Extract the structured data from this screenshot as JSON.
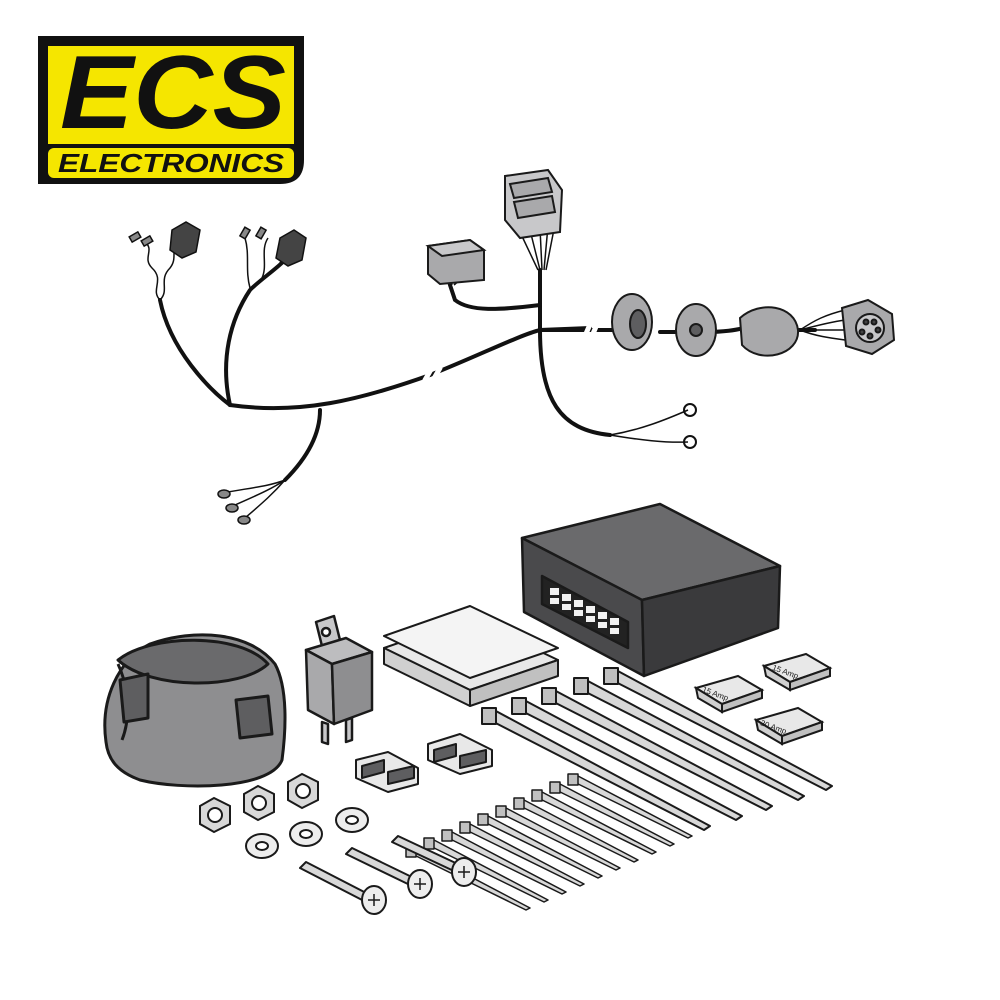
{
  "logo": {
    "brand": "ECS",
    "tagline": "ELECTRONICS",
    "colors": {
      "yellow": "#f5e600",
      "black": "#111111"
    }
  },
  "fuses": [
    {
      "label": "15 Amp."
    },
    {
      "label": "15 Amp."
    },
    {
      "label": "20 Amp."
    }
  ],
  "colors": {
    "cable": "#111111",
    "component_fill": "#a9a9ab",
    "component_dark": "#5e5e60",
    "outline": "#1a1a1a"
  },
  "icons": {
    "wiring_harness": "wiring-harness-icon",
    "control_module": "control-module-icon",
    "relay": "relay-icon",
    "socket": "tow-socket-icon",
    "manual": "manual-icon",
    "cable_tie": "cable-tie-icon",
    "nut": "nut-icon",
    "washer": "washer-icon",
    "bolt": "bolt-icon"
  }
}
